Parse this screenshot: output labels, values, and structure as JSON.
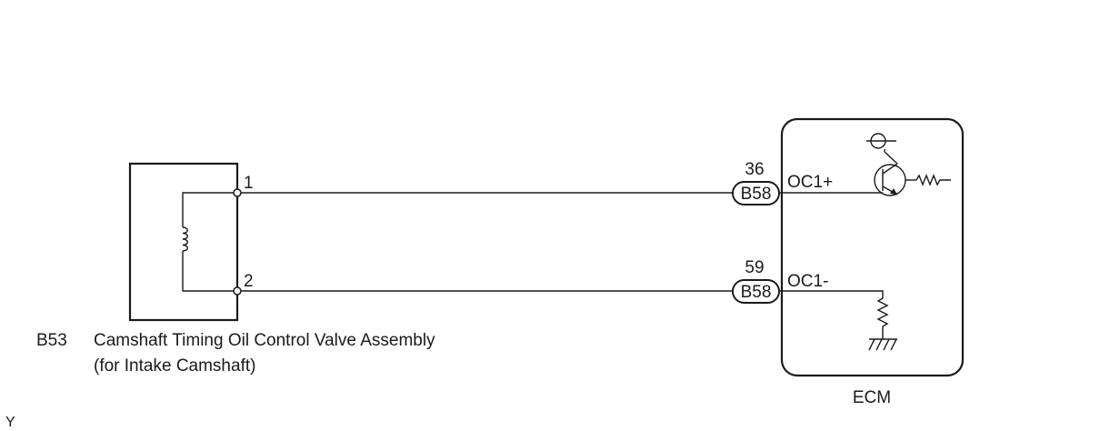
{
  "component": {
    "code": "B53",
    "name": "Camshaft Timing Oil Control Valve Assembly",
    "subname": "(for Intake Camshaft)",
    "pin_1": "1",
    "pin_2": "2"
  },
  "connections": [
    {
      "pin_number": "36",
      "connector": "B58",
      "signal": "OC1+"
    },
    {
      "pin_number": "59",
      "connector": "B58",
      "signal": "OC1-"
    }
  ],
  "ecm": {
    "label": "ECM"
  },
  "footer": {
    "code": "Y"
  },
  "colors": {
    "line": "#1a1a1a",
    "background": "#ffffff"
  }
}
